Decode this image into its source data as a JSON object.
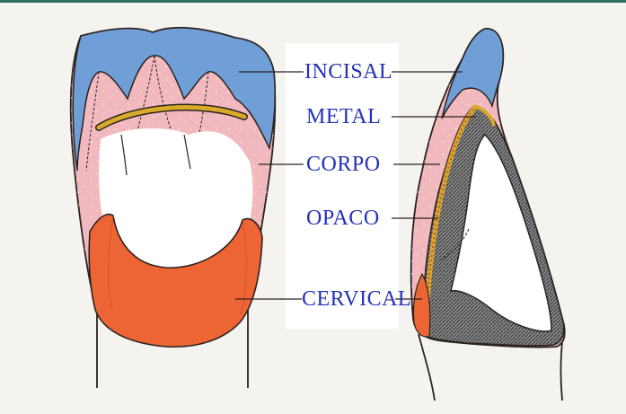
{
  "labels": {
    "incisal": "INCISAL",
    "metal": "METAL",
    "corpo": "CORPO",
    "opaco": "OPACO",
    "cervical": "CERVICAL"
  },
  "colors": {
    "incisal": "#6f9fd6",
    "corpo": "#f2b8c0",
    "cervical": "#ee6535",
    "metal_gold": "#d9a92a",
    "metal_core": "#7a7a7a",
    "opaco": "#c0562d",
    "label_text": "#2432b8",
    "outline": "#2a2320",
    "background": "#f4f3ef",
    "label_panel": "#ffffff",
    "top_edge": "#2f6f5f"
  }
}
